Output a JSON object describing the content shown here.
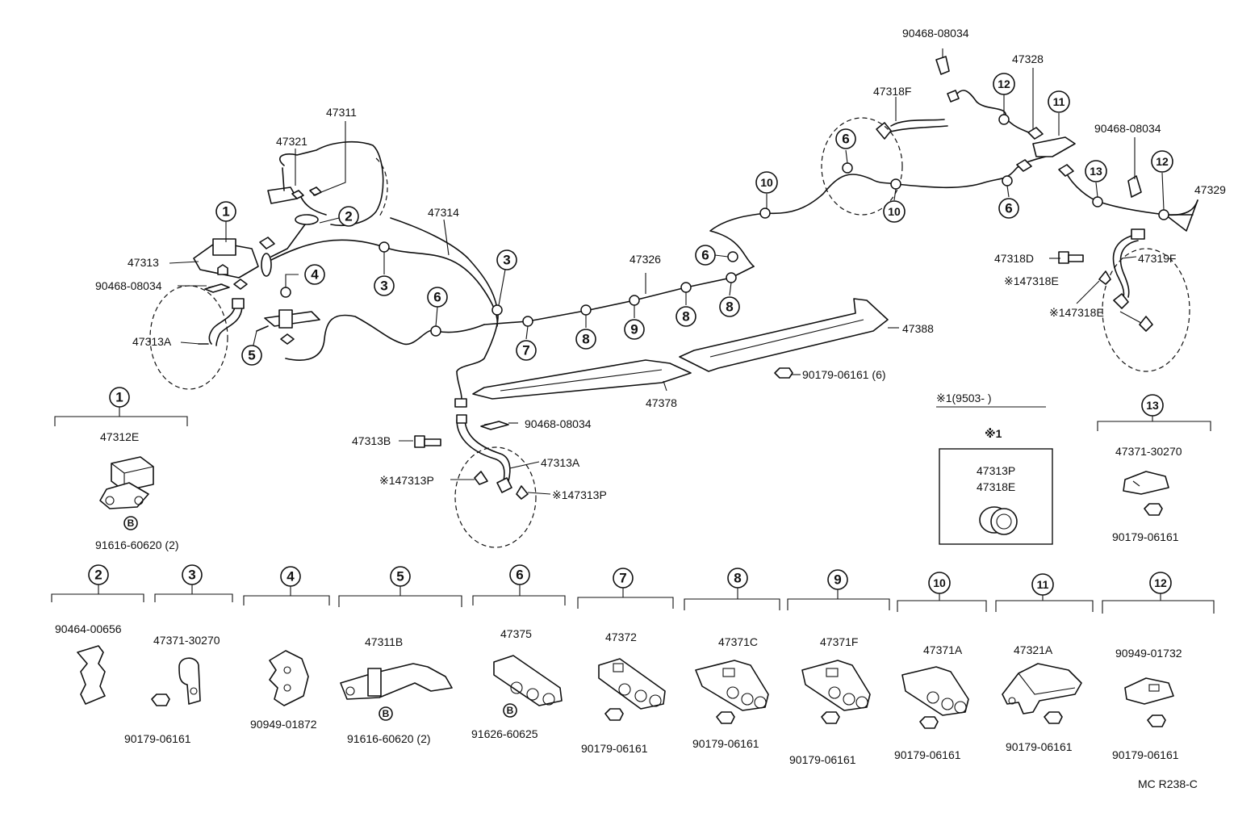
{
  "labels": {
    "p47311": "47311",
    "p47321": "47321",
    "p47314": "47314",
    "p47313": "47313",
    "p90468_a": "90468-08034",
    "p47313A_left": "47313A",
    "p47326": "47326",
    "p47388": "47388",
    "p47378": "47378",
    "p90179_6": "90179-06161 (6)",
    "p90468_b": "90468-08034",
    "p47313B": "47313B",
    "p47313A_center": "47313A",
    "p47313P_left": "※147313P",
    "p47313P_right": "※147313P",
    "p90468_top": "90468-08034",
    "p47328": "47328",
    "p47318F": "47318F",
    "p90468_right": "90468-08034",
    "p47329": "47329",
    "p47318D": "47318D",
    "p47319F": "47319F",
    "p47318E_a": "※147318E",
    "p47318E_b": "※147318E"
  },
  "callouts": {
    "c1": "1",
    "c2": "2",
    "c3": "3",
    "c4": "4",
    "c5": "5",
    "c6": "6",
    "c7": "7",
    "c8": "8",
    "c9": "9",
    "c10": "10",
    "c11": "11",
    "c12": "12",
    "c13": "13"
  },
  "note_box": {
    "header": "※1(9503-          )",
    "mark": "※1",
    "line1": "47313P",
    "line2": "47318E"
  },
  "details": {
    "d1": {
      "num": "1",
      "top": "47312E",
      "marker": "B",
      "bottom": "91616-60620 (2)"
    },
    "d2": {
      "num": "2",
      "top": "90464-00656"
    },
    "d3": {
      "num": "3",
      "top": "47371-30270",
      "bottom": "90179-06161"
    },
    "d4": {
      "num": "4",
      "bottom": "90949-01872"
    },
    "d5": {
      "num": "5",
      "top": "47311B",
      "marker": "B",
      "bottom": "91616-60620 (2)"
    },
    "d6": {
      "num": "6",
      "top": "47375",
      "marker": "B",
      "bottom": "91626-60625"
    },
    "d7": {
      "num": "7",
      "top": "47372",
      "bottom": "90179-06161"
    },
    "d8": {
      "num": "8",
      "top": "47371C",
      "bottom": "90179-06161"
    },
    "d9": {
      "num": "9",
      "top": "47371F",
      "bottom": "90179-06161"
    },
    "d10": {
      "num": "10",
      "top": "47371A",
      "bottom": "90179-06161"
    },
    "d11": {
      "num": "11",
      "top": "47321A",
      "bottom": "90179-06161"
    },
    "d12": {
      "num": "12",
      "top": "90949-01732",
      "bottom": "90179-06161"
    },
    "d13": {
      "num": "13",
      "top": "47371-30270",
      "bottom": "90179-06161"
    }
  },
  "footer": {
    "code": "MC R238-C"
  }
}
